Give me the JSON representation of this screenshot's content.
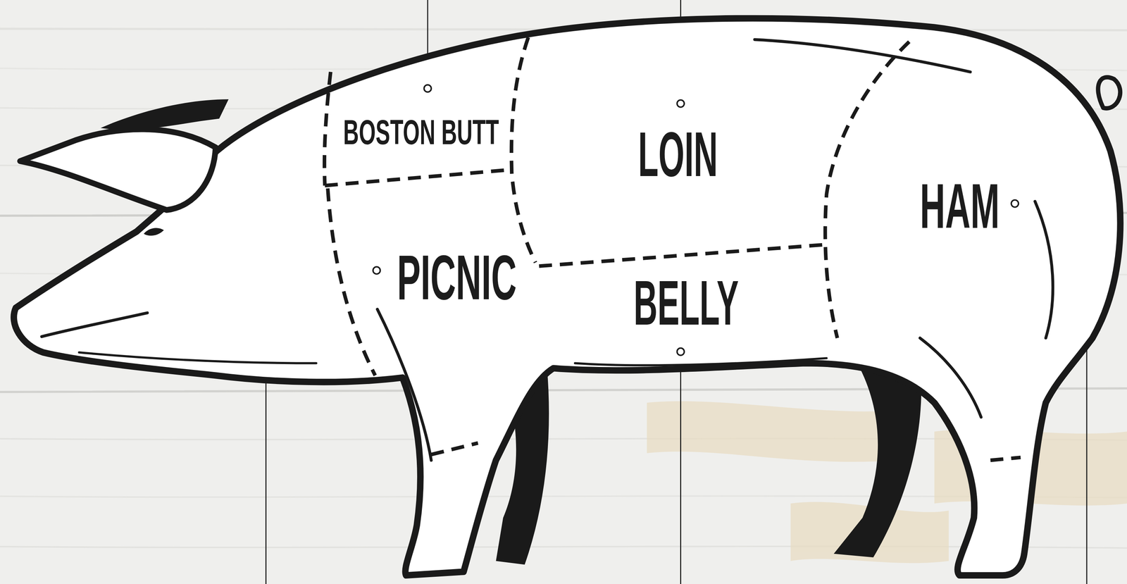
{
  "diagram": {
    "labels": [
      "BOSTON BUTT",
      "LOIN",
      "PICNIC",
      "BELLY",
      "HAM"
    ]
  }
}
